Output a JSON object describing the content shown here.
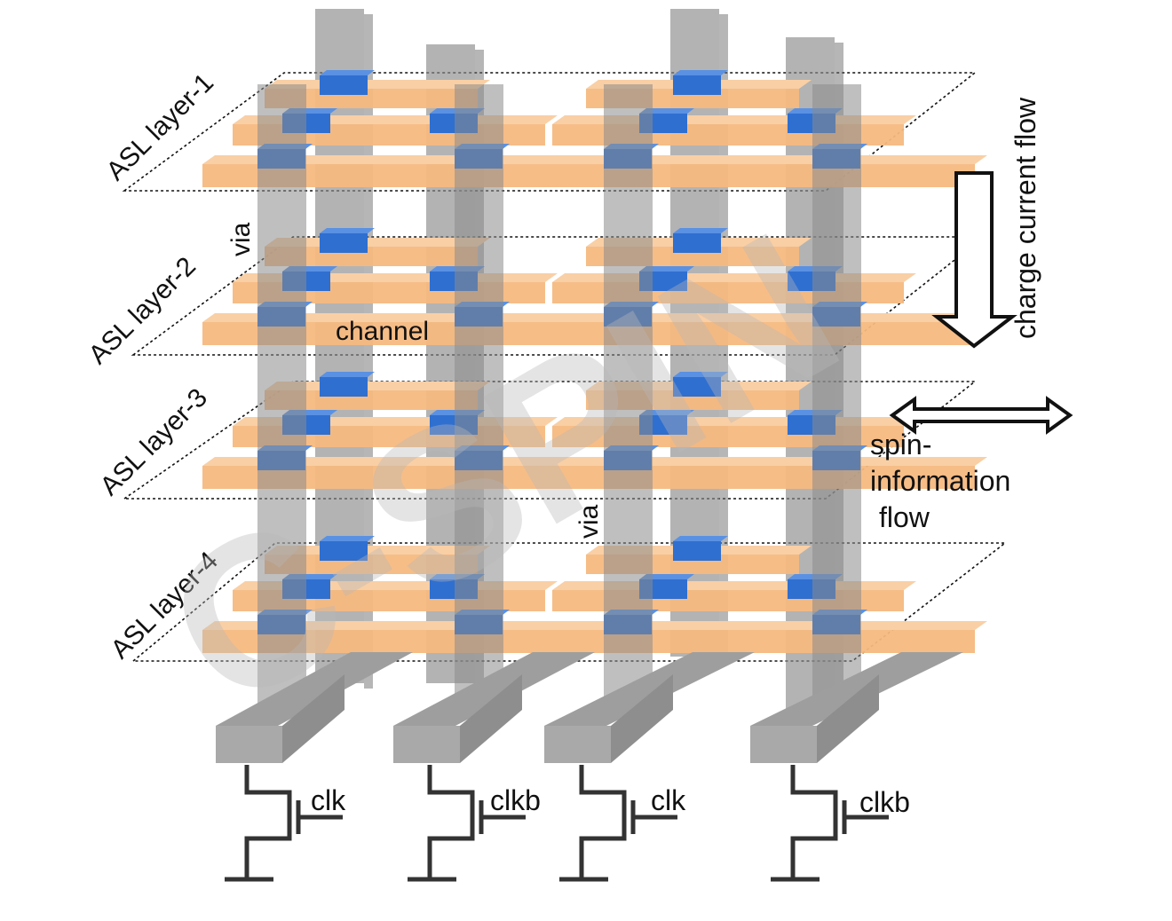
{
  "labels": {
    "layer1": "ASL layer-1",
    "layer2": "ASL layer-2",
    "layer3": "ASL layer-3",
    "layer4": "ASL layer-4",
    "via_top": "via",
    "via_mid": "via",
    "channel": "channel",
    "charge_flow": "charge current flow",
    "spin_line1": "spin-",
    "spin_line2": "information",
    "spin_line3": "flow",
    "clk1": "clk",
    "clkb1": "clkb",
    "clk2": "clk",
    "clkb2": "clkb"
  },
  "watermark": "C-SPIN",
  "colors": {
    "channel": "#f6b981",
    "magnet": "#2f6fd0",
    "via": "#8a8a8a",
    "rail": "#a9a9a9",
    "transistor": "#333333"
  }
}
